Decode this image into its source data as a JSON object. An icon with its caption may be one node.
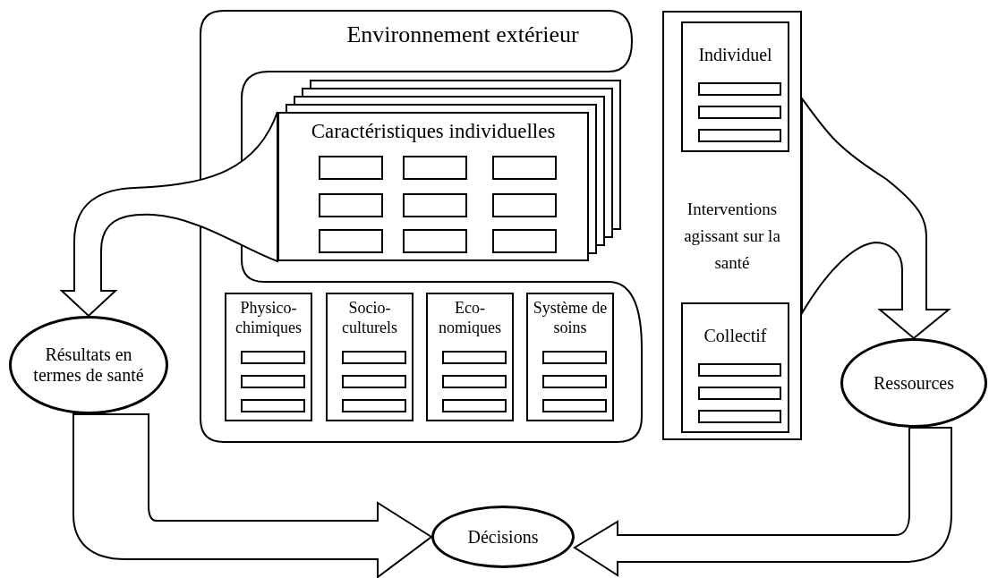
{
  "diagram": {
    "nodes": [
      {
        "text": [
          "Environnement extérieur"
        ]
      },
      {
        "text": [
          "Caractéristiques individuelles"
        ],
        "in": 0
      },
      {
        "text": [],
        "shape": "box",
        "in": 1
      },
      {
        "text": [],
        "shape": "box",
        "in": 1
      },
      {
        "text": [],
        "shape": "box",
        "in": 1
      },
      {
        "text": [],
        "shape": "box",
        "in": 1
      },
      {
        "text": [],
        "shape": "box",
        "in": 1
      },
      {
        "text": [],
        "shape": "box",
        "in": 1
      },
      {
        "text": [],
        "shape": "box",
        "in": 1
      },
      {
        "text": [],
        "shape": "box",
        "in": 1
      },
      {
        "text": [],
        "shape": "box",
        "in": 1
      },
      {
        "text": [
          "Physico- chimiques"
        ],
        "in": 0
      },
      {
        "text": [],
        "shape": "box",
        "in": 11
      },
      {
        "text": [],
        "shape": "box",
        "in": 11
      },
      {
        "text": [],
        "shape": "box",
        "in": 11
      },
      {
        "text": [
          "Socio- culturels"
        ],
        "in": 0
      },
      {
        "text": [],
        "shape": "box",
        "in": 15
      },
      {
        "text": [],
        "shape": "box",
        "in": 15
      },
      {
        "text": [],
        "shape": "box",
        "in": 15
      },
      {
        "text": [
          "Eco- nomiques"
        ],
        "in": 0
      },
      {
        "text": [],
        "shape": "box",
        "in": 19
      },
      {
        "text": [],
        "shape": "box",
        "in": 19
      },
      {
        "text": [],
        "shape": "box",
        "in": 19
      },
      {
        "text": [
          "Système de soins"
        ],
        "in": 0
      },
      {
        "text": [],
        "shape": "box",
        "in": 23
      },
      {
        "text": [],
        "shape": "box",
        "in": 23
      },
      {
        "text": [],
        "shape": "box",
        "in": 23
      },
      {
        "text": [
          "Interventions agissant sur la santé"
        ]
      },
      {
        "text": [
          "Individuel"
        ],
        "in": 27
      },
      {
        "text": [],
        "shape": "box",
        "in": 28
      },
      {
        "text": [],
        "shape": "box",
        "in": 28
      },
      {
        "text": [],
        "shape": "box",
        "in": 28
      },
      {
        "text": [
          "Collectif"
        ],
        "in": 27
      },
      {
        "text": [],
        "shape": "box",
        "in": 32
      },
      {
        "text": [],
        "shape": "box",
        "in": 32
      },
      {
        "text": [],
        "shape": "box",
        "in": 32
      },
      {
        "text": [
          "Résultats en termes de santé"
        ]
      },
      {
        "text": [
          "Ressources"
        ]
      },
      {
        "text": [
          "Décisions"
        ]
      }
    ],
    "edges": [
      {
        "from": 1,
        "to": 36,
        "arrow": "to"
      },
      {
        "from": 27,
        "to": 37,
        "arrow": "to"
      },
      {
        "from": 36,
        "to": 38,
        "arrow": "to"
      },
      {
        "from": 37,
        "to": 38,
        "arrow": "to"
      }
    ]
  }
}
